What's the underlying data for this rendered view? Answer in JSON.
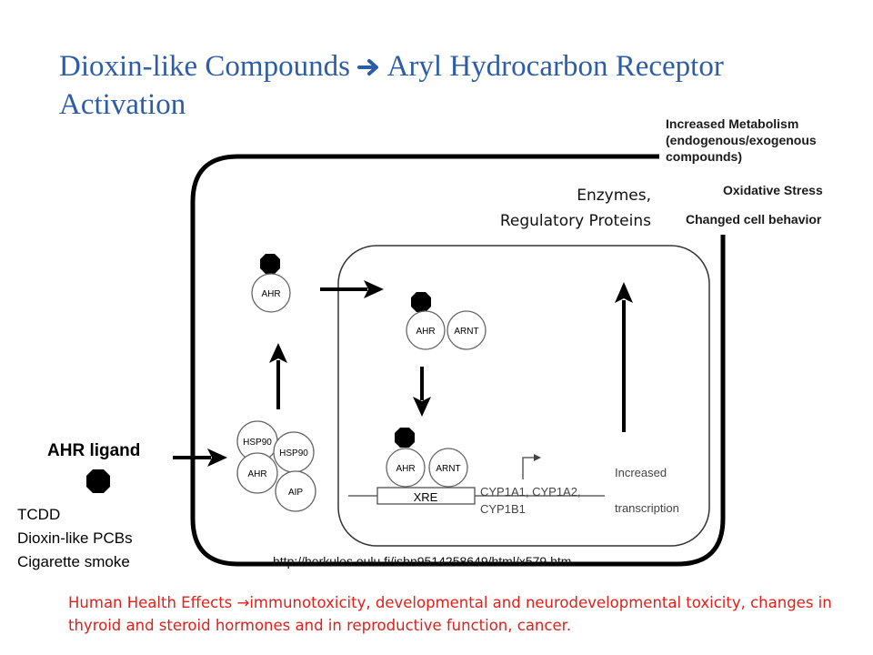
{
  "title": {
    "line1_part1": "Dioxin-like Compounds",
    "arrow": "",
    "line1_part2": "Aryl Hydrocarbon Receptor",
    "line2": "Activation"
  },
  "effects": {
    "metabolism_line1": "Increased Metabolism",
    "metabolism_line2": "(endogenous/exogenous",
    "metabolism_line3": "compounds)",
    "oxidative_stress": "Oxidative Stress",
    "cell_behavior": "Changed cell behavior"
  },
  "enzymes": {
    "line1": "Enzymes,",
    "line2": "Regulatory  Proteins"
  },
  "ligand": {
    "label": "AHR ligand",
    "examples": [
      "TCDD",
      "Dioxin-like PCBs",
      "Cigarette smoke"
    ]
  },
  "proteins": {
    "ahr": "AHR",
    "arnt": "ARNT",
    "hsp90": "HSP90",
    "aip": "AIP",
    "xre": "XRE"
  },
  "genes": {
    "line1": "CYP1A1, CYP1A2,",
    "line2": "CYP1B1"
  },
  "transcription": {
    "line1": "Increased",
    "line2": "transcription"
  },
  "source_url": "http://herkules.oulu.fi/isbn9514258649/html/x579.htm",
  "health": {
    "prefix": "Human Health Effects ",
    "arrow": "→",
    "text": "immunotoxicity,  developmental and neurodevelopmental toxicity, changes in thyroid and steroid hormones and in reproductive function, cancer."
  }
}
